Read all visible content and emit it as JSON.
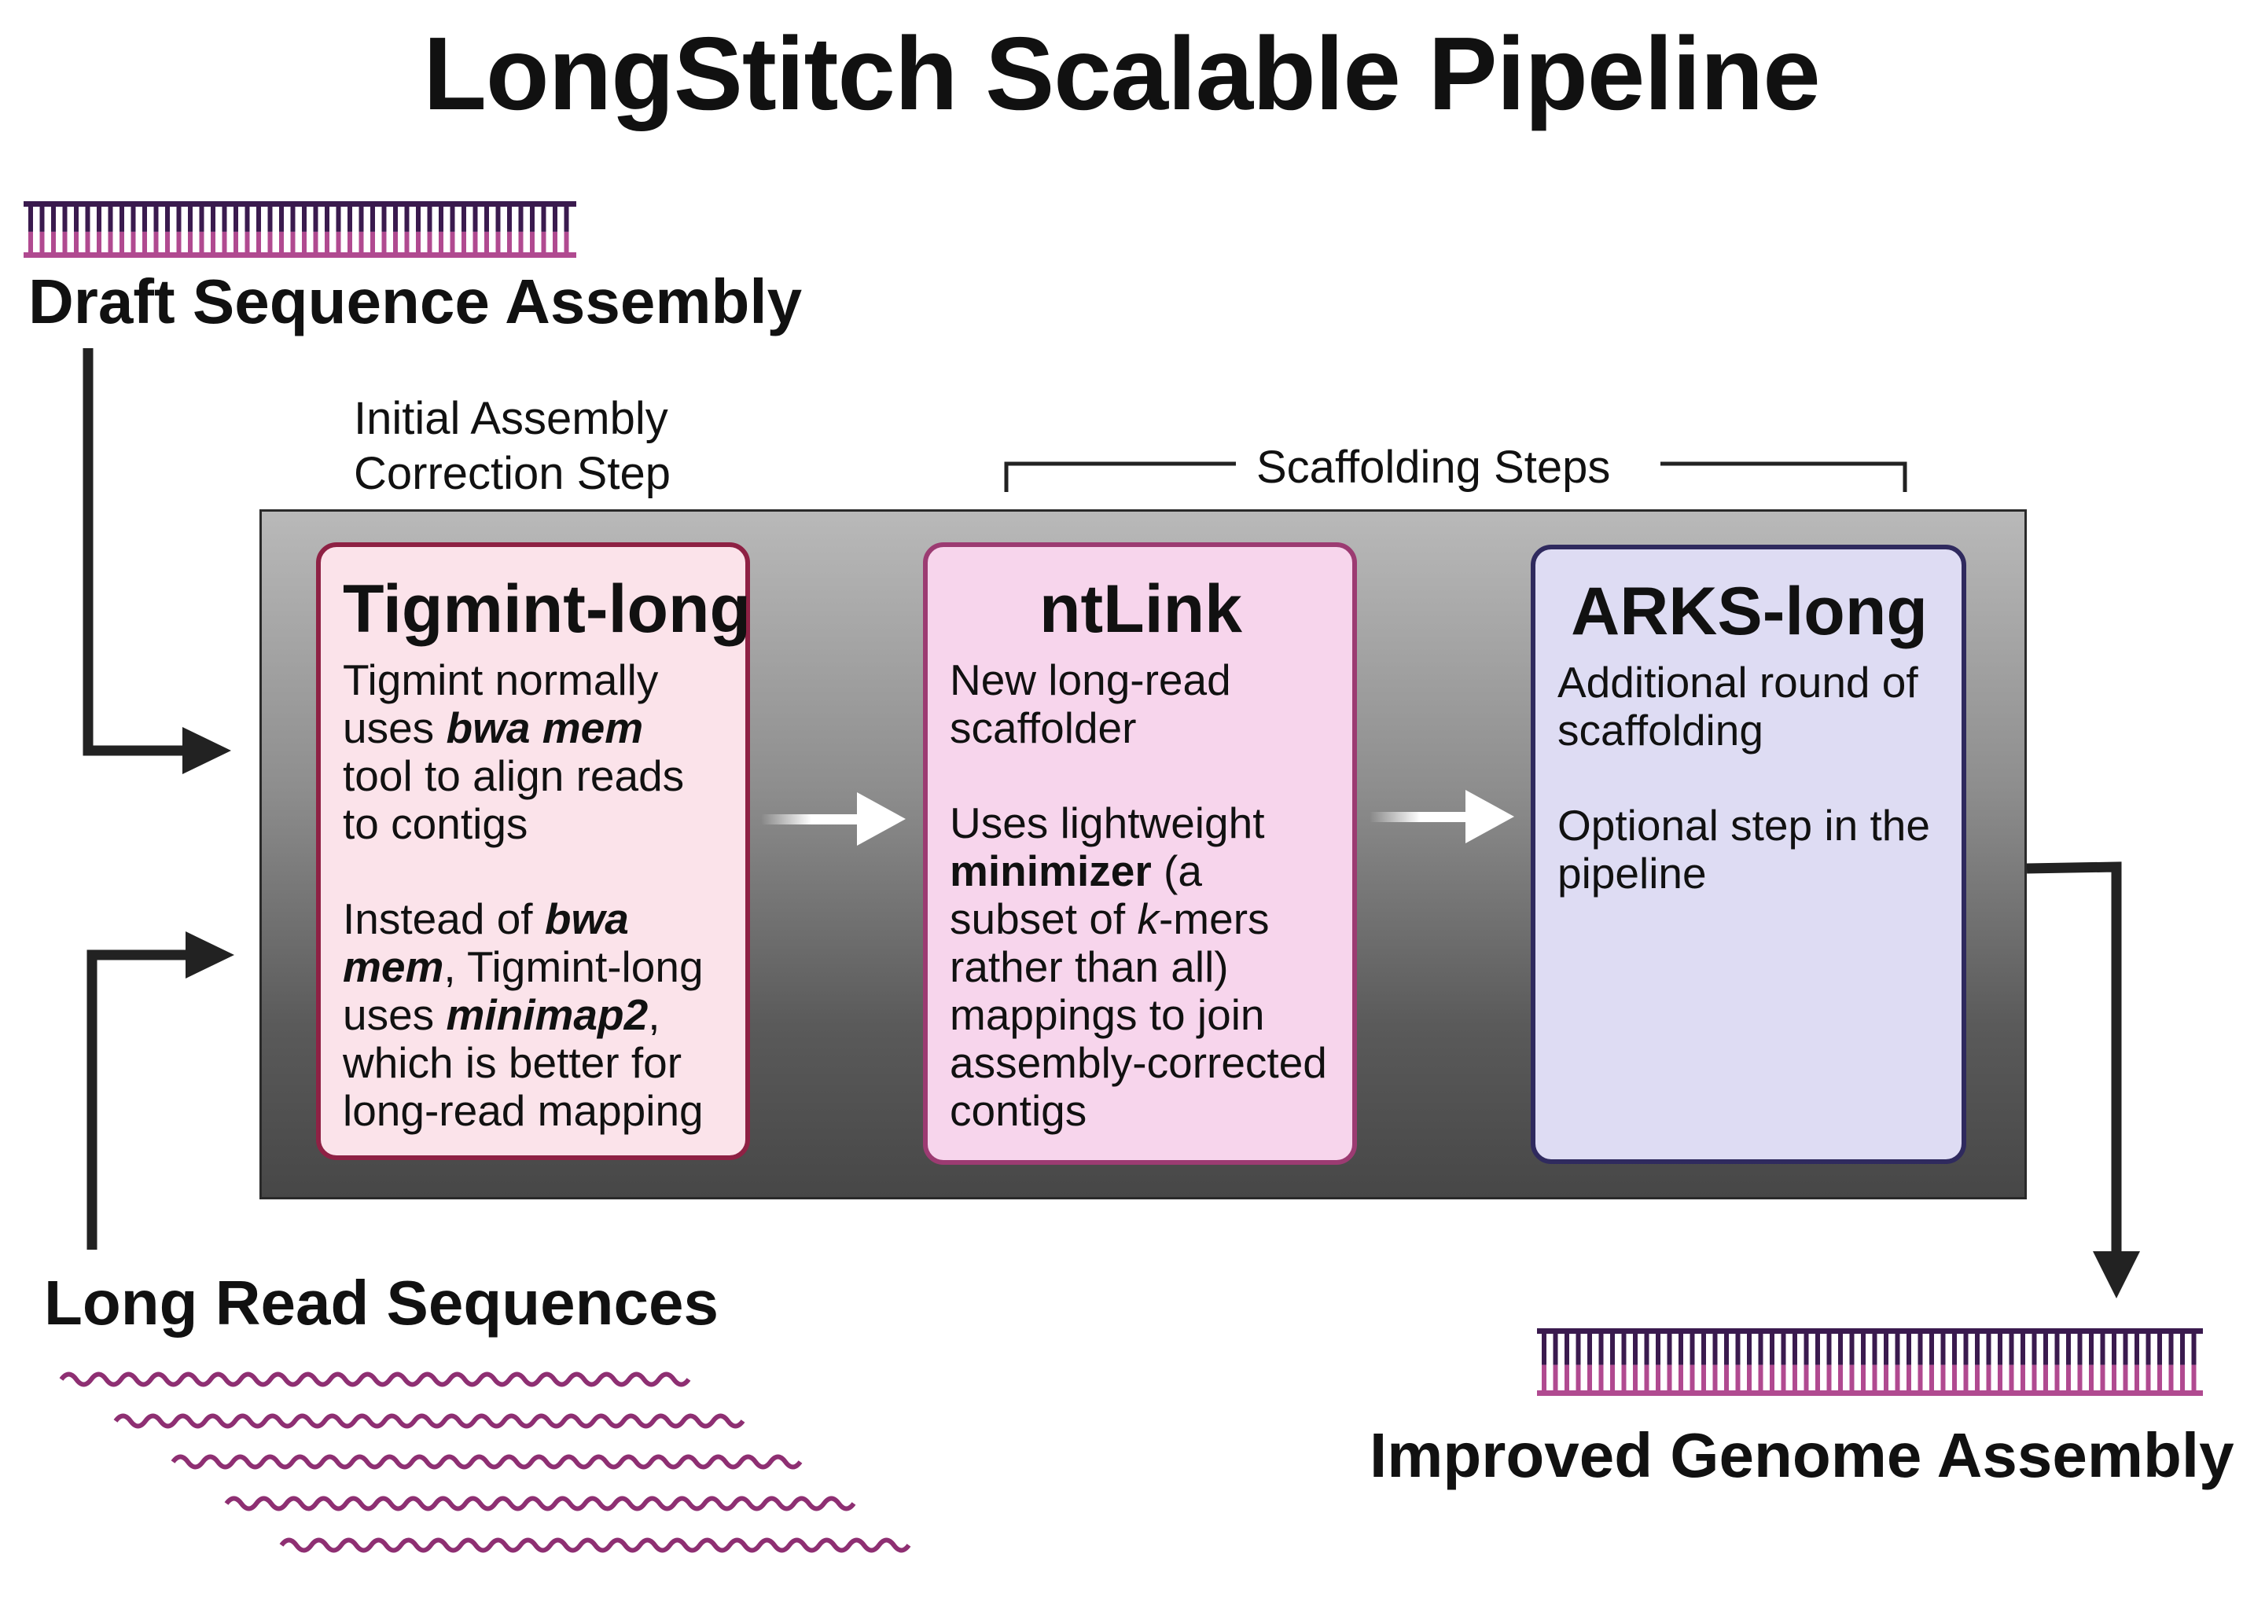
{
  "title": "LongStitch Scalable Pipeline",
  "inputs": {
    "draft": "Draft Sequence Assembly",
    "reads": "Long Read Sequences"
  },
  "output": "Improved Genome Assembly",
  "annotations": {
    "correction_step_line1": "Initial Assembly",
    "correction_step_line2": "Correction Step",
    "scaffolding_steps": "Scaffolding Steps"
  },
  "steps": [
    {
      "name": "Tigmint-long",
      "para1": [
        {
          "t": "Tigmint normally uses "
        },
        {
          "t": "bwa mem",
          "s": "bi"
        },
        {
          "t": " tool to align reads to contigs"
        }
      ],
      "para2": [
        {
          "t": "Instead of "
        },
        {
          "t": "bwa mem",
          "s": "bi"
        },
        {
          "t": ", Tigmint-long uses "
        },
        {
          "t": "minimap2",
          "s": "bi"
        },
        {
          "t": ", which is better for long-read mapping"
        }
      ]
    },
    {
      "name": "ntLink",
      "para1": [
        {
          "t": "New long-read scaffolder"
        }
      ],
      "para2": [
        {
          "t": "Uses lightweight "
        },
        {
          "t": "minimizer",
          "s": "b"
        },
        {
          "t": " (a subset of "
        },
        {
          "t": "k",
          "s": "i"
        },
        {
          "t": "-mers rather than all) mappings to join assembly-corrected contigs"
        }
      ]
    },
    {
      "name": "ARKS-long",
      "para1": [
        {
          "t": "Additional round of scaffolding"
        }
      ],
      "para2": [
        {
          "t": "Optional step in the pipeline"
        }
      ]
    }
  ],
  "colors": {
    "dna_dark": "#3a1a4e",
    "dna_light": "#b04a90",
    "read_wave": "#8e2f72",
    "arrow": "#222222"
  }
}
